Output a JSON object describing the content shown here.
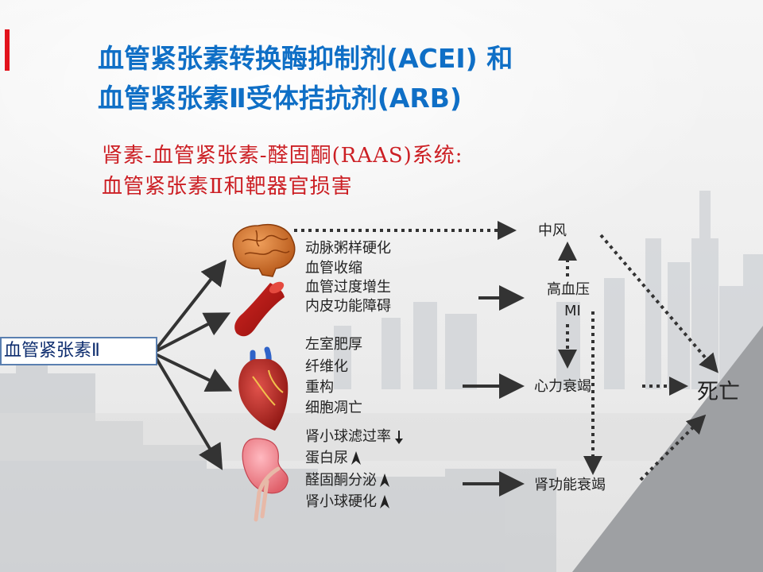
{
  "title": {
    "line1": "血管紧张素转换酶抑制剂(ACEI) 和",
    "line2": "血管紧张素Ⅱ受体拮抗剂(ARB)"
  },
  "subtitle": {
    "line1": "肾素-血管紧张素-醛固酮(RAAS)系统:",
    "line2": "血管紧张素Ⅱ和靶器官损害"
  },
  "source": "血管紧张素Ⅱ",
  "effects": {
    "vessel": [
      "动脉粥样硬化",
      "血管收缩",
      "血管过度增生",
      "内皮功能障碍"
    ],
    "heart": [
      "左室肥厚",
      "纤维化",
      "重构",
      "细胞凋亡"
    ],
    "kidney": [
      "肾小球滤过率",
      "蛋白尿",
      "醛固酮分泌",
      "肾小球硬化"
    ]
  },
  "kidney_indicators": [
    "down",
    "up",
    "up",
    "up"
  ],
  "outcomes": {
    "stroke": "中风",
    "hypertension": "高血压",
    "mi": "MI",
    "heart_failure": "心力衰竭",
    "kidney_failure": "肾功能衰竭",
    "death": "死亡"
  },
  "colors": {
    "title": "#0f6fc6",
    "subtitle": "#cc1f24",
    "accent": "#e2121b",
    "arrow": "#333333",
    "source_text": "#0d2c6e"
  }
}
